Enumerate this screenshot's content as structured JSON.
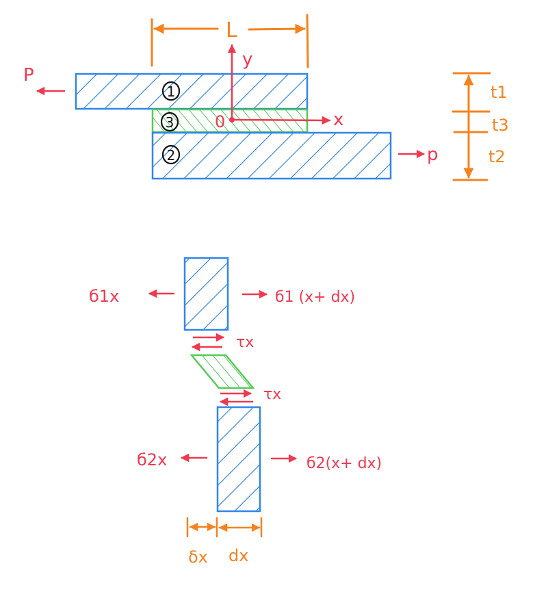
{
  "colors": {
    "blue": "#2f86e8",
    "green": "#55cc55",
    "red": "#f0394f",
    "orange": "#f5821f",
    "black": "#111111"
  },
  "top_figure": {
    "length_label": "L",
    "axis_y_label": "y",
    "axis_x_label": "x",
    "origin_label": "0",
    "load_left_label": "P",
    "load_right_label": "p",
    "layer_labels": [
      "1",
      "3",
      "2"
    ],
    "thickness_labels": [
      "t1",
      "t3",
      "t2"
    ]
  },
  "bottom_figure": {
    "sigma1_left": "б1x",
    "sigma1_right": "б1 (x+ dx)",
    "tau_top": "τx",
    "tau_bottom": "τx",
    "sigma2_left": "б2x",
    "sigma2_right": "б2(x+ dx)",
    "delta_label": "δx",
    "dx_label": "dx"
  }
}
